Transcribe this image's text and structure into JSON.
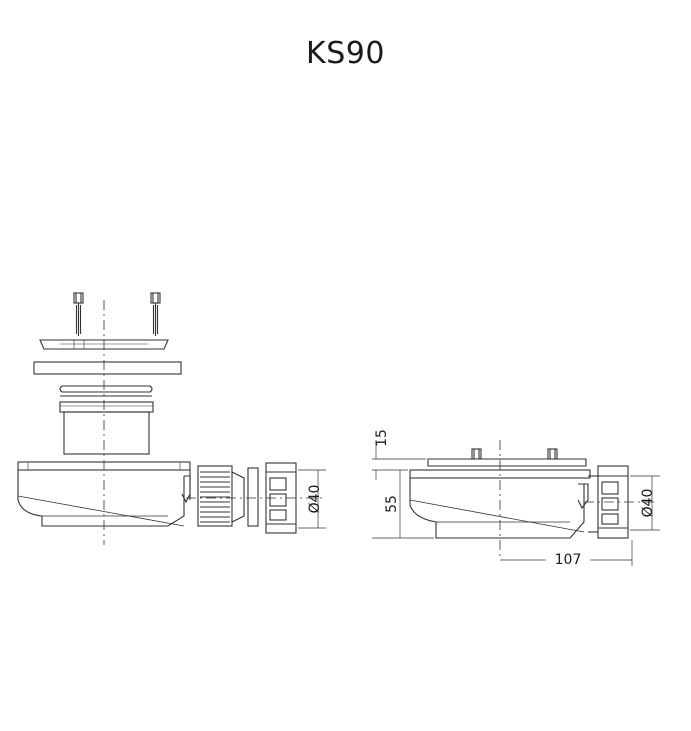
{
  "title": "KS90",
  "dimensions": {
    "flange_height": "15",
    "body_height": "55",
    "outlet_offset": "107",
    "outlet_diameter_left": "Ø40",
    "outlet_diameter_right": "Ø40"
  }
}
